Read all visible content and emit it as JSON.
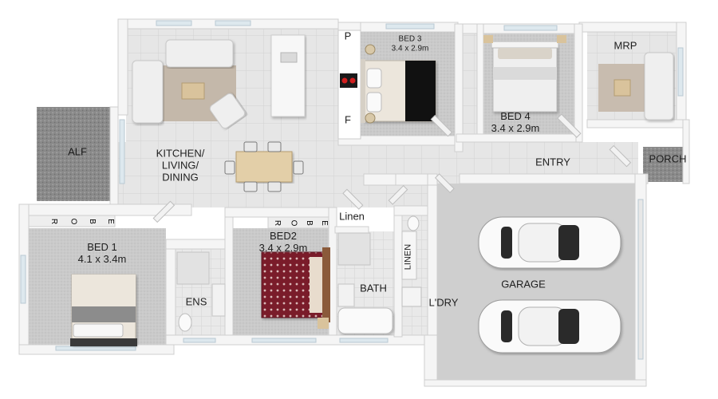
{
  "rooms": {
    "alf": "ALF",
    "kitchen_l1": "KITCHEN/",
    "kitchen_l2": "LIVING/",
    "kitchen_l3": "DINING",
    "bed3_name": "BED 3",
    "bed3_size": "3.4 x 2.9m",
    "pantry": "P",
    "fridge": "F",
    "bed4_name": "BED 4",
    "bed4_size": "3.4 x 2.9m",
    "mrp": "MRP",
    "porch": "PORCH",
    "entry": "ENTRY",
    "bed1_name": "BED 1",
    "bed1_size": "4.1 x 3.4m",
    "ens": "ENS",
    "bed2_name": "BED2",
    "bed2_size": "3.4 x 2.9m",
    "linen_upper": "Linen",
    "bath": "BATH",
    "linen_vertical": "LINEN",
    "laundry": "L'DRY",
    "garage": "GARAGE"
  },
  "robe_letters": [
    "R",
    "O",
    "B",
    "E"
  ],
  "colors": {
    "wall": "#f4f4f4",
    "tile_floor": "#e3e3e3",
    "carpet": "#c9c9c9",
    "garage_floor": "#cfcfcf",
    "alf_floor": "#8d8d8d",
    "rug": "#bfb3a6",
    "bed2_quilt": "#7a1f2b",
    "bed3_throw": "#111111"
  }
}
